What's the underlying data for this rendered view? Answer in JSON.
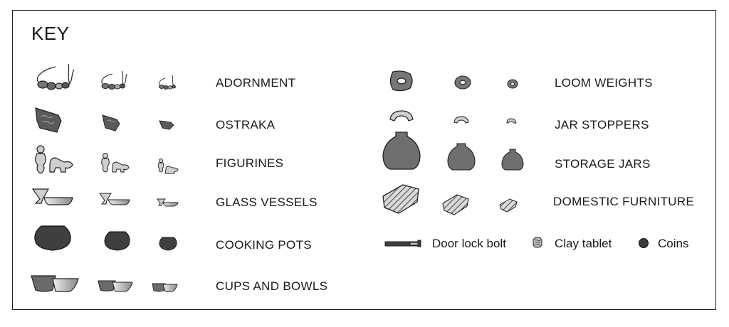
{
  "key": {
    "title": "KEY",
    "left_column": [
      {
        "label": "ADORNMENT",
        "icon": "necklace-icon"
      },
      {
        "label": "OSTRAKA",
        "icon": "ostraka-icon"
      },
      {
        "label": "FIGURINES",
        "icon": "figurine-icon"
      },
      {
        "label": "GLASS VESSELS",
        "icon": "glass-vessel-icon"
      },
      {
        "label": "COOKING POTS",
        "icon": "cooking-pot-icon"
      },
      {
        "label": "CUPS AND BOWLS",
        "icon": "cup-bowl-icon"
      }
    ],
    "right_column": [
      {
        "label": "LOOM WEIGHTS",
        "icon": "loom-weight-icon"
      },
      {
        "label": "JAR STOPPERS",
        "icon": "jar-stopper-icon"
      },
      {
        "label": "STORAGE JARS",
        "icon": "storage-jar-icon"
      },
      {
        "label": "DOMESTIC FURNITURE",
        "icon": "furniture-icon"
      }
    ],
    "singles": [
      {
        "label": "Door lock bolt",
        "icon": "door-lock-bolt-icon"
      },
      {
        "label": "Clay tablet",
        "icon": "clay-tablet-icon"
      },
      {
        "label": "Coins",
        "icon": "coin-icon"
      }
    ]
  },
  "colors": {
    "fill_dark": "#4a4a4a",
    "fill_mid": "#7a7a7a",
    "fill_light": "#bdbdbd",
    "outline": "#222222"
  }
}
